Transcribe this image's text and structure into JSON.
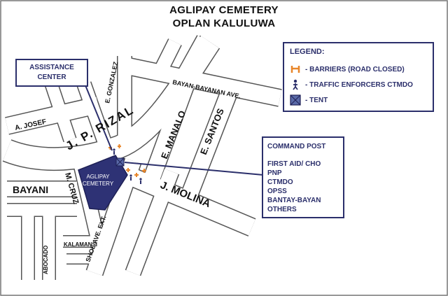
{
  "title": {
    "line1": "AGLIPAY CEMETERY",
    "line2": "OPLAN KALULUWA"
  },
  "legend": {
    "title": "LEGEND:",
    "items": [
      {
        "icon": "barrier-icon",
        "label": "- BARRIERS (ROAD CLOSED)",
        "color": "#e8862a"
      },
      {
        "icon": "traffic-enforcer-icon",
        "label": "- TRAFFIC ENFORCERS CTMDO",
        "color": "#2b2f6b"
      },
      {
        "icon": "tent-icon",
        "label": "- TENT",
        "color": "#5a6aa8"
      }
    ]
  },
  "assistance_center": {
    "line1": "ASSISTANCE",
    "line2": "CENTER"
  },
  "command_post": {
    "title": "COMMAND POST",
    "items": [
      "FIRST AID/ CHO",
      "PNP",
      "CTMDO",
      "OPSS",
      "BANTAY-BAYAN",
      "OTHERS"
    ]
  },
  "streets": {
    "jp_rizal": "J. P. RIZAL",
    "e_gonzales": "E. GONZALEZ",
    "bayan_bayanan": "BAYAN-BAYANAN AVE.",
    "a_josef": "A. JOSEF",
    "e_manalo": "E. MANALO",
    "e_santos": "E. SANTOS",
    "j_molina": "J. MOLINA",
    "m_cruz": "M. CRUZ",
    "bayani": "BAYANI",
    "shoe_ave": "SHOE AVE. EXT.",
    "abocado": "ABOCADO",
    "kalamansi": "KALAMANSI"
  },
  "cemetery": {
    "line1": "AGLIPAY",
    "line2": "CEMETERY",
    "color": "#2e3275"
  },
  "colors": {
    "road_outline": "#555555",
    "callout": "#2b2f6b",
    "barrier": "#e8862a"
  }
}
